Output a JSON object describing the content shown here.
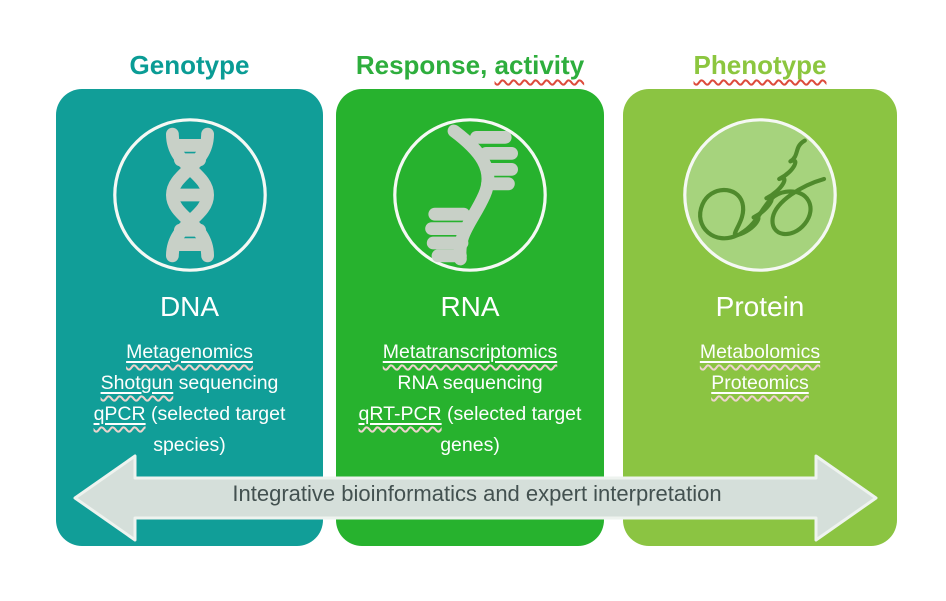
{
  "title": "Multi-omics overview diagram",
  "columns": [
    {
      "header_plain": "Genotype",
      "header_squiggled": "",
      "header_color": "#0a9c95",
      "panel_color": "#119e98",
      "icon": "dna-helix-icon",
      "molecule": "DNA",
      "items": [
        {
          "u": "Metagenomics",
          "rest": ""
        },
        {
          "u": "Shotgun",
          "rest": " sequencing"
        },
        {
          "u": "qPCR",
          "rest": " (selected target species)"
        }
      ]
    },
    {
      "header_plain": "Response, ",
      "header_squiggled": "activity",
      "header_color": "#2eae3d",
      "panel_color": "#27b22e",
      "icon": "rna-strand-icon",
      "molecule": "RNA",
      "items": [
        {
          "u": "Metatranscriptomics",
          "rest": ""
        },
        {
          "u": "",
          "rest": "RNA sequencing"
        },
        {
          "u": "qRT-PCR",
          "rest": " (selected target genes)"
        }
      ]
    },
    {
      "header_plain": "",
      "header_squiggled": "Phenotype",
      "header_color": "#8cc63f",
      "panel_color": "#8bc442",
      "icon": "protein-fold-icon",
      "molecule": "Protein",
      "items": [
        {
          "u": "Metabolomics",
          "rest": ""
        },
        {
          "u": "Proteomics",
          "rest": ""
        }
      ]
    }
  ],
  "arrow": {
    "label": "Integrative bioinformatics and expert interpretation",
    "fill_color": "#d5dfda",
    "outline_color": "#eef3ef",
    "text_color": "#435150"
  },
  "icon_colors": {
    "stroke_gray": "#c8d0c7",
    "circle_outline": "#f5f8f4",
    "protein_circle_fill": "#a6d37d",
    "protein_coil": "#4f8a2c"
  }
}
